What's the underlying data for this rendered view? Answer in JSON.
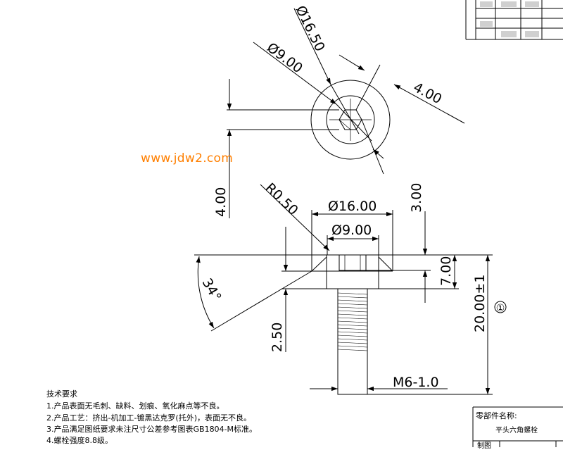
{
  "watermark": "www.jdw2.com",
  "dimensions": {
    "head_top_dia": "Ø16.50",
    "socket_top_dia": "Ø9.00",
    "hex_size": "4.00",
    "hex_depth": "4.00",
    "fillet": "R0.50",
    "head_dia": "Ø16.00",
    "socket_dia": "Ø9.00",
    "counterbore_depth": "3.00",
    "head_height": "7.00",
    "chamfer_angle": "34°",
    "total_length": "20.00±1",
    "shank_offset": "2.50",
    "thread": "M6-1.0",
    "balloon": "①"
  },
  "tech_requirements": {
    "title": "技术要求",
    "items": [
      "1.产品表面无毛刺、缺料、划痕、氧化麻点等不良。",
      "2.产品工艺：挤出-机加工-镀黑达克罗(托外)，表面无不良。",
      "3.产品满足图纸要求未注尺寸公差参考图表GB1804-M标准。",
      "4.螺栓强度8.8级。"
    ]
  },
  "title_block": {
    "part_name_label": "零部件名称:",
    "part_name": "平头六角螺栓",
    "drawn_label": "制图"
  }
}
